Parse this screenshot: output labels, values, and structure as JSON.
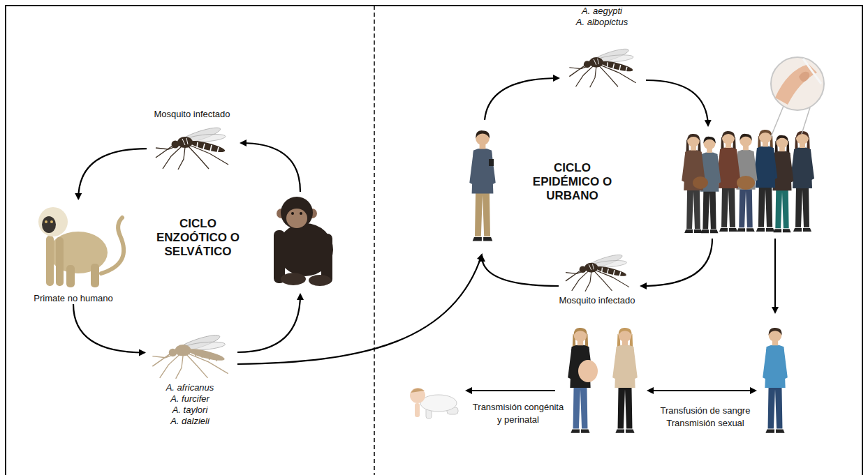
{
  "diagram": {
    "nodes": [
      {
        "text": [
          "Mosquito infectado"
        ]
      },
      {
        "text": [
          "Primate no humano"
        ]
      },
      {
        "text": [
          "A. africanus",
          "A. furcifer",
          "A. taylori",
          "A. dalzieli"
        ]
      },
      {
        "text": [
          "A. aegypti",
          "A. albopictus"
        ]
      },
      {
        "text": [
          "Mosquito infectado"
        ]
      }
    ],
    "edges": [
      {
        "from": 0,
        "to": 1,
        "arrow": "to"
      },
      {
        "from": 1,
        "to": 2,
        "arrow": "to"
      }
    ],
    "labels": [
      "CICLO ENZOÓTICO O SELVÁTICO",
      "CICLO EPIDÉMICO O URBANO",
      "Transmisión congénita y perinatal",
      "Transfusión de sangre",
      "Transmisión sexual"
    ]
  }
}
